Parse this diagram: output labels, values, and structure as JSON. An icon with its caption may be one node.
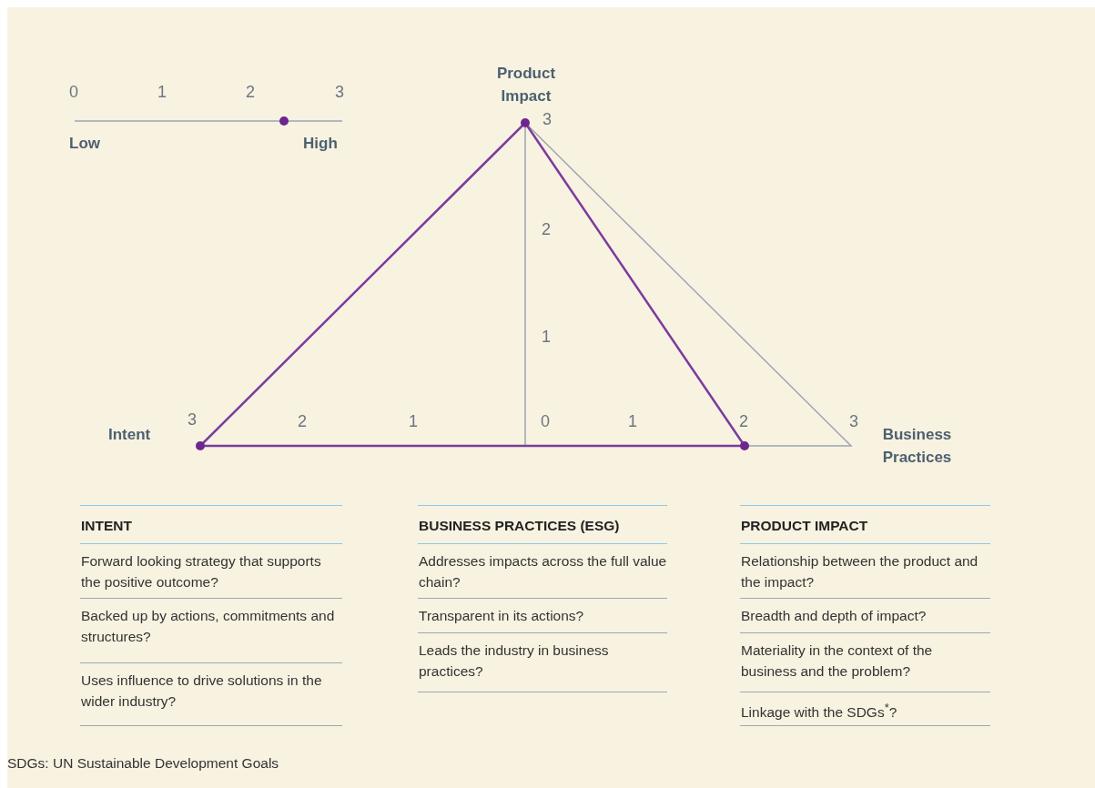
{
  "diagram": {
    "labels": [
      "0",
      "1",
      "2",
      "3",
      "Low",
      "High",
      "Product Impact",
      "3",
      "2",
      "1",
      "Intent",
      "3",
      "2",
      "1",
      "0",
      "1",
      "2",
      "3",
      "Business Practices",
      "INTENT",
      "BUSINESS PRACTICES (ESG)",
      "PRODUCT IMPACT",
      "Forward looking strategy that supports the positive outcome?",
      "Addresses impacts across the full value chain?",
      "Relationship between the product and the impact?",
      "Backed up by actions, commitments and structures?",
      "Transparent in its actions?",
      "Breadth and depth of impact?",
      "Uses influence to drive solutions in the wider industry?",
      "Leads the industry in business practices?",
      "Materiality in the context of the business and the problem?",
      "Linkage with the SDGs$^{*}$?",
      "SDGs: UN Sustainable Development Goals"
    ]
  }
}
